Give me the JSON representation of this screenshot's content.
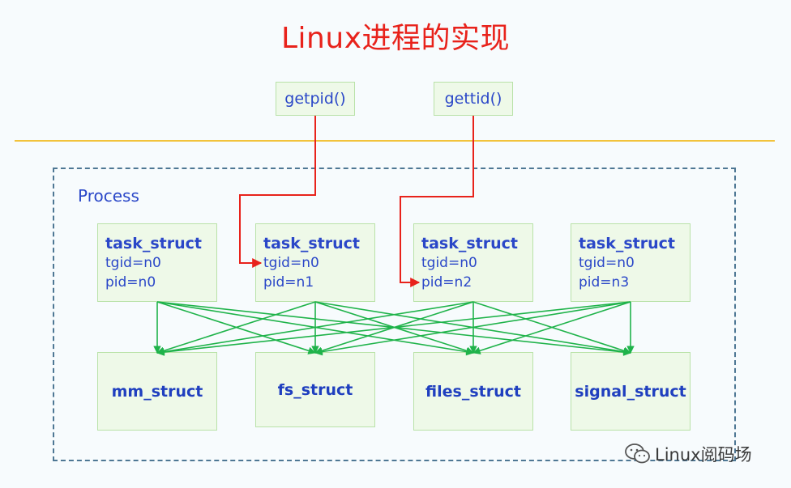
{
  "title": "Linux进程的实现",
  "calls": [
    {
      "label": "getpid()"
    },
    {
      "label": "gettid()"
    }
  ],
  "process_label": "Process",
  "tasks": [
    {
      "name": "task_struct",
      "tgid": "tgid=n0",
      "pid": "pid=n0"
    },
    {
      "name": "task_struct",
      "tgid": "tgid=n0",
      "pid": "pid=n1"
    },
    {
      "name": "task_struct",
      "tgid": "tgid=n0",
      "pid": "pid=n2"
    },
    {
      "name": "task_struct",
      "tgid": "tgid=n0",
      "pid": "pid=n3"
    }
  ],
  "resources": [
    "mm_struct",
    "fs_struct",
    "files_struct",
    "signal_struct"
  ],
  "watermark": "Linux阅码场",
  "colors": {
    "title": "#e8221b",
    "text": "#2a47c8",
    "box_fill": "#eef9e8",
    "box_border": "#b9e2a8",
    "divider": "#f2c33c",
    "frame": "#4e7794",
    "call_arrow": "#e8221b",
    "link_arrow": "#1fb34a"
  }
}
